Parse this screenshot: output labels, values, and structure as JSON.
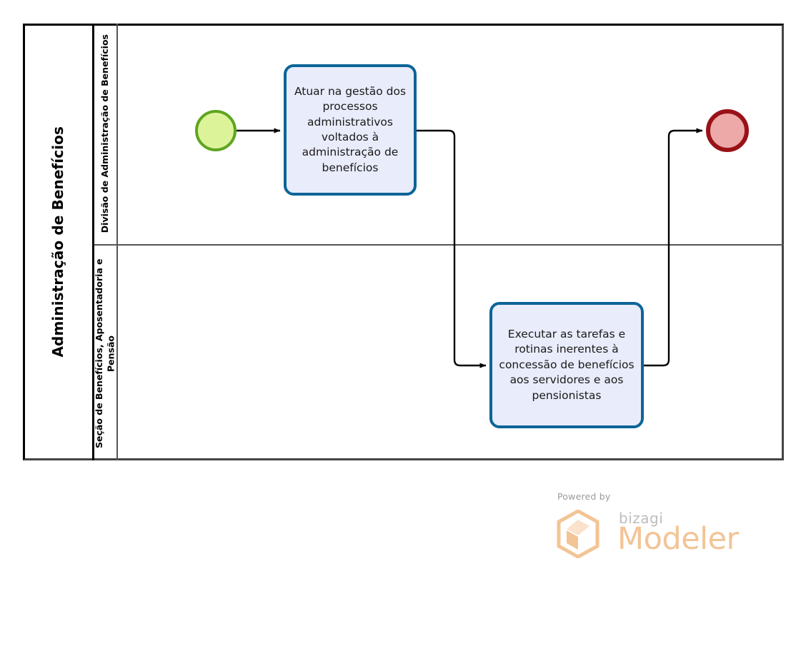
{
  "diagram": {
    "type": "bpmn-pool-lanes",
    "pool": {
      "name": "Administração de Benefícios"
    },
    "lanes": [
      {
        "id": "lane-1",
        "name": "Divisão de Administração de Benefícios"
      },
      {
        "id": "lane-2",
        "name": "Seção de Benefícios, Aposentadoria e Pensão"
      }
    ],
    "events": [
      {
        "id": "start-event",
        "type": "start",
        "label": "",
        "lane": "lane-1",
        "fill": "#ddf39a",
        "stroke": "#5fa520"
      },
      {
        "id": "end-event",
        "type": "end",
        "label": "",
        "lane": "lane-1",
        "fill": "#eda8a8",
        "stroke": "#991218"
      }
    ],
    "tasks": [
      {
        "id": "task-1",
        "lane": "lane-1",
        "label": "Atuar na gestão dos processos administrativos voltados à administração de benefícios",
        "fill": "#e9ecfa",
        "stroke": "#0c6598"
      },
      {
        "id": "task-2",
        "lane": "lane-2",
        "label": "Executar as tarefas e rotinas inerentes à concessão de benefícios aos servidores e aos pensionistas",
        "fill": "#e9ecfa",
        "stroke": "#0c6598"
      }
    ],
    "flows": [
      {
        "id": "flow-1",
        "from": "start-event",
        "to": "task-1",
        "label": ""
      },
      {
        "id": "flow-2",
        "from": "task-1",
        "to": "task-2",
        "label": ""
      },
      {
        "id": "flow-3",
        "from": "task-2",
        "to": "end-event",
        "label": ""
      }
    ]
  },
  "watermark": {
    "powered_by": "Powered by",
    "brand": "bizagi",
    "product": "Modeler",
    "brand_color": "#f3c496"
  }
}
